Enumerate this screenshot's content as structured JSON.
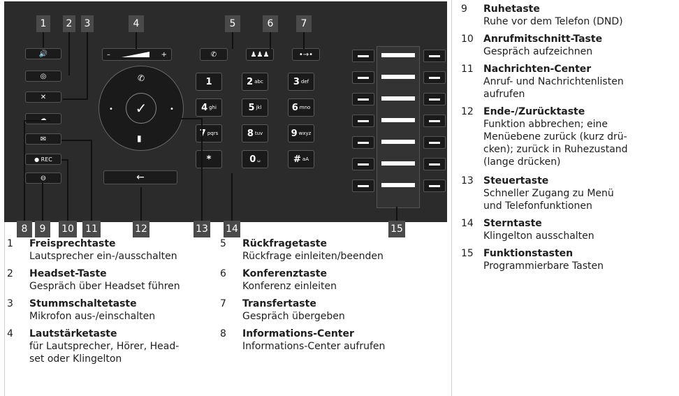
{
  "keypad": [
    {
      "d": "1",
      "s": ""
    },
    {
      "d": "2",
      "s": "abc"
    },
    {
      "d": "3",
      "s": "def"
    },
    {
      "d": "4",
      "s": "ghi"
    },
    {
      "d": "5",
      "s": "jkl"
    },
    {
      "d": "6",
      "s": "mno"
    },
    {
      "d": "7",
      "s": "pqrs"
    },
    {
      "d": "8",
      "s": "tuv"
    },
    {
      "d": "9",
      "s": "wxyz"
    },
    {
      "d": "*",
      "s": ""
    },
    {
      "d": "0",
      "s": "␣"
    },
    {
      "d": "#",
      "s": "aA"
    }
  ],
  "keys": {
    "rec": "● REC",
    "volume_minus": "–",
    "volume_plus": "+"
  },
  "callouts": [
    "1",
    "2",
    "3",
    "4",
    "5",
    "6",
    "7",
    "8",
    "9",
    "10",
    "11",
    "12",
    "13",
    "14",
    "15"
  ],
  "legend": [
    {
      "num": "1",
      "title": "Freisprechtaste",
      "lines": [
        "Lautsprecher ein-/ausschalten"
      ]
    },
    {
      "num": "2",
      "title": "Headset-Taste",
      "lines": [
        "Gespräch über Headset führen"
      ]
    },
    {
      "num": "3",
      "title": "Stummschaltetaste",
      "lines": [
        "Mikrofon aus-/einschalten"
      ]
    },
    {
      "num": "4",
      "title": "Lautstärketaste",
      "lines": [
        "für Lautsprecher, Hörer, Head-",
        "set oder Klingelton"
      ]
    },
    {
      "num": "5",
      "title": "Rückfragetaste",
      "lines": [
        "Rückfrage einleiten/beenden"
      ]
    },
    {
      "num": "6",
      "title": "Konferenztaste",
      "lines": [
        "Konferenz einleiten"
      ]
    },
    {
      "num": "7",
      "title": "Transfertaste",
      "lines": [
        "Gespräch übergeben"
      ]
    },
    {
      "num": "8",
      "title": "Informations-Center",
      "lines": [
        "Informations-Center aufrufen"
      ]
    },
    {
      "num": "9",
      "title": "Ruhetaste",
      "lines": [
        "Ruhe vor dem Telefon (DND)"
      ]
    },
    {
      "num": "10",
      "title": "Anrufmitschnitt-Taste",
      "lines": [
        "Gespräch aufzeichnen"
      ]
    },
    {
      "num": "11",
      "title": "Nachrichten-Center",
      "lines": [
        "Anruf- und Nachrichtenlisten",
        "aufrufen"
      ]
    },
    {
      "num": "12",
      "title": "Ende-/Zurücktaste",
      "lines": [
        "Funktion abbrechen; eine",
        "Menüebene zurück (kurz drü-",
        "cken); zurück in Ruhezustand",
        "(lange drücken)"
      ]
    },
    {
      "num": "13",
      "title": "Steuertaste",
      "lines": [
        "Schneller Zugang zu Menü",
        "und Telefonfunktionen"
      ]
    },
    {
      "num": "14",
      "title": "Sterntaste",
      "lines": [
        "Klingelton ausschalten"
      ]
    },
    {
      "num": "15",
      "title": "Funktionstasten",
      "lines": [
        "Programmierbare Tasten"
      ]
    }
  ]
}
